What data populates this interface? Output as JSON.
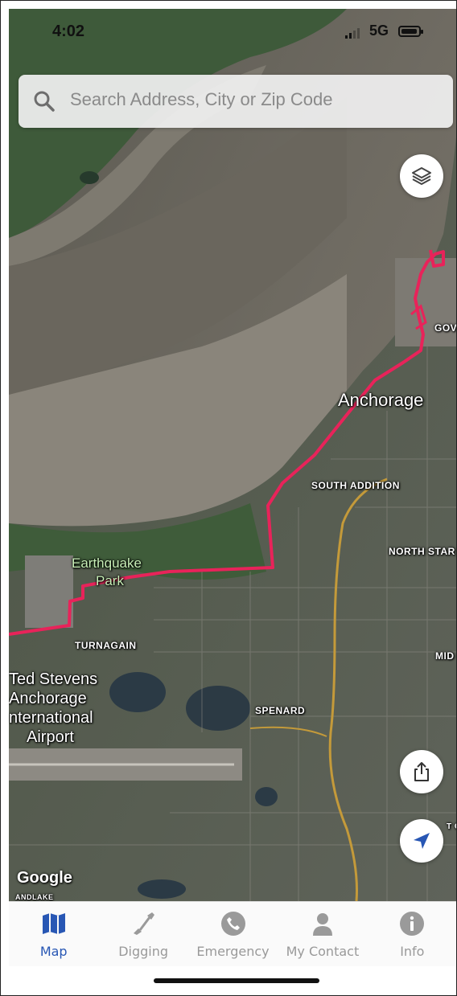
{
  "status_bar": {
    "time": "4:02",
    "network": "5G"
  },
  "search": {
    "placeholder": "Search Address, City or Zip Code",
    "value": ""
  },
  "map": {
    "labels": {
      "anchorage": "Anchorage",
      "south_addition": "SOUTH ADDITION",
      "north_star": "NORTH STAR",
      "gov": "GOV",
      "earthquake_park_line1": "Earthquake",
      "earthquake_park_line2": "Park",
      "turnagain": "TURNAGAIN",
      "spenard": "SPENARD",
      "mid": "MID",
      "airport_line1": "Ted Stevens",
      "airport_line2": "Anchorage",
      "airport_line3": "nternational",
      "airport_line4": "Airport",
      "partial_bottom": "ANDLAKE",
      "partial_right": "T CA"
    },
    "attribution": "Google",
    "route_color": "#e8235a",
    "map_type": "satellite"
  },
  "buttons": {
    "layers": "layers-icon",
    "share": "share-icon",
    "locate": "location-arrow-icon"
  },
  "tabbar": {
    "active": "Map",
    "items": [
      {
        "label": "Map",
        "icon": "map-icon"
      },
      {
        "label": "Digging",
        "icon": "shovel-icon"
      },
      {
        "label": "Emergency",
        "icon": "phone-icon"
      },
      {
        "label": "My Contact",
        "icon": "person-icon"
      },
      {
        "label": "Info",
        "icon": "info-icon"
      }
    ]
  },
  "colors": {
    "accent": "#2857b4",
    "inactive": "#999999"
  }
}
